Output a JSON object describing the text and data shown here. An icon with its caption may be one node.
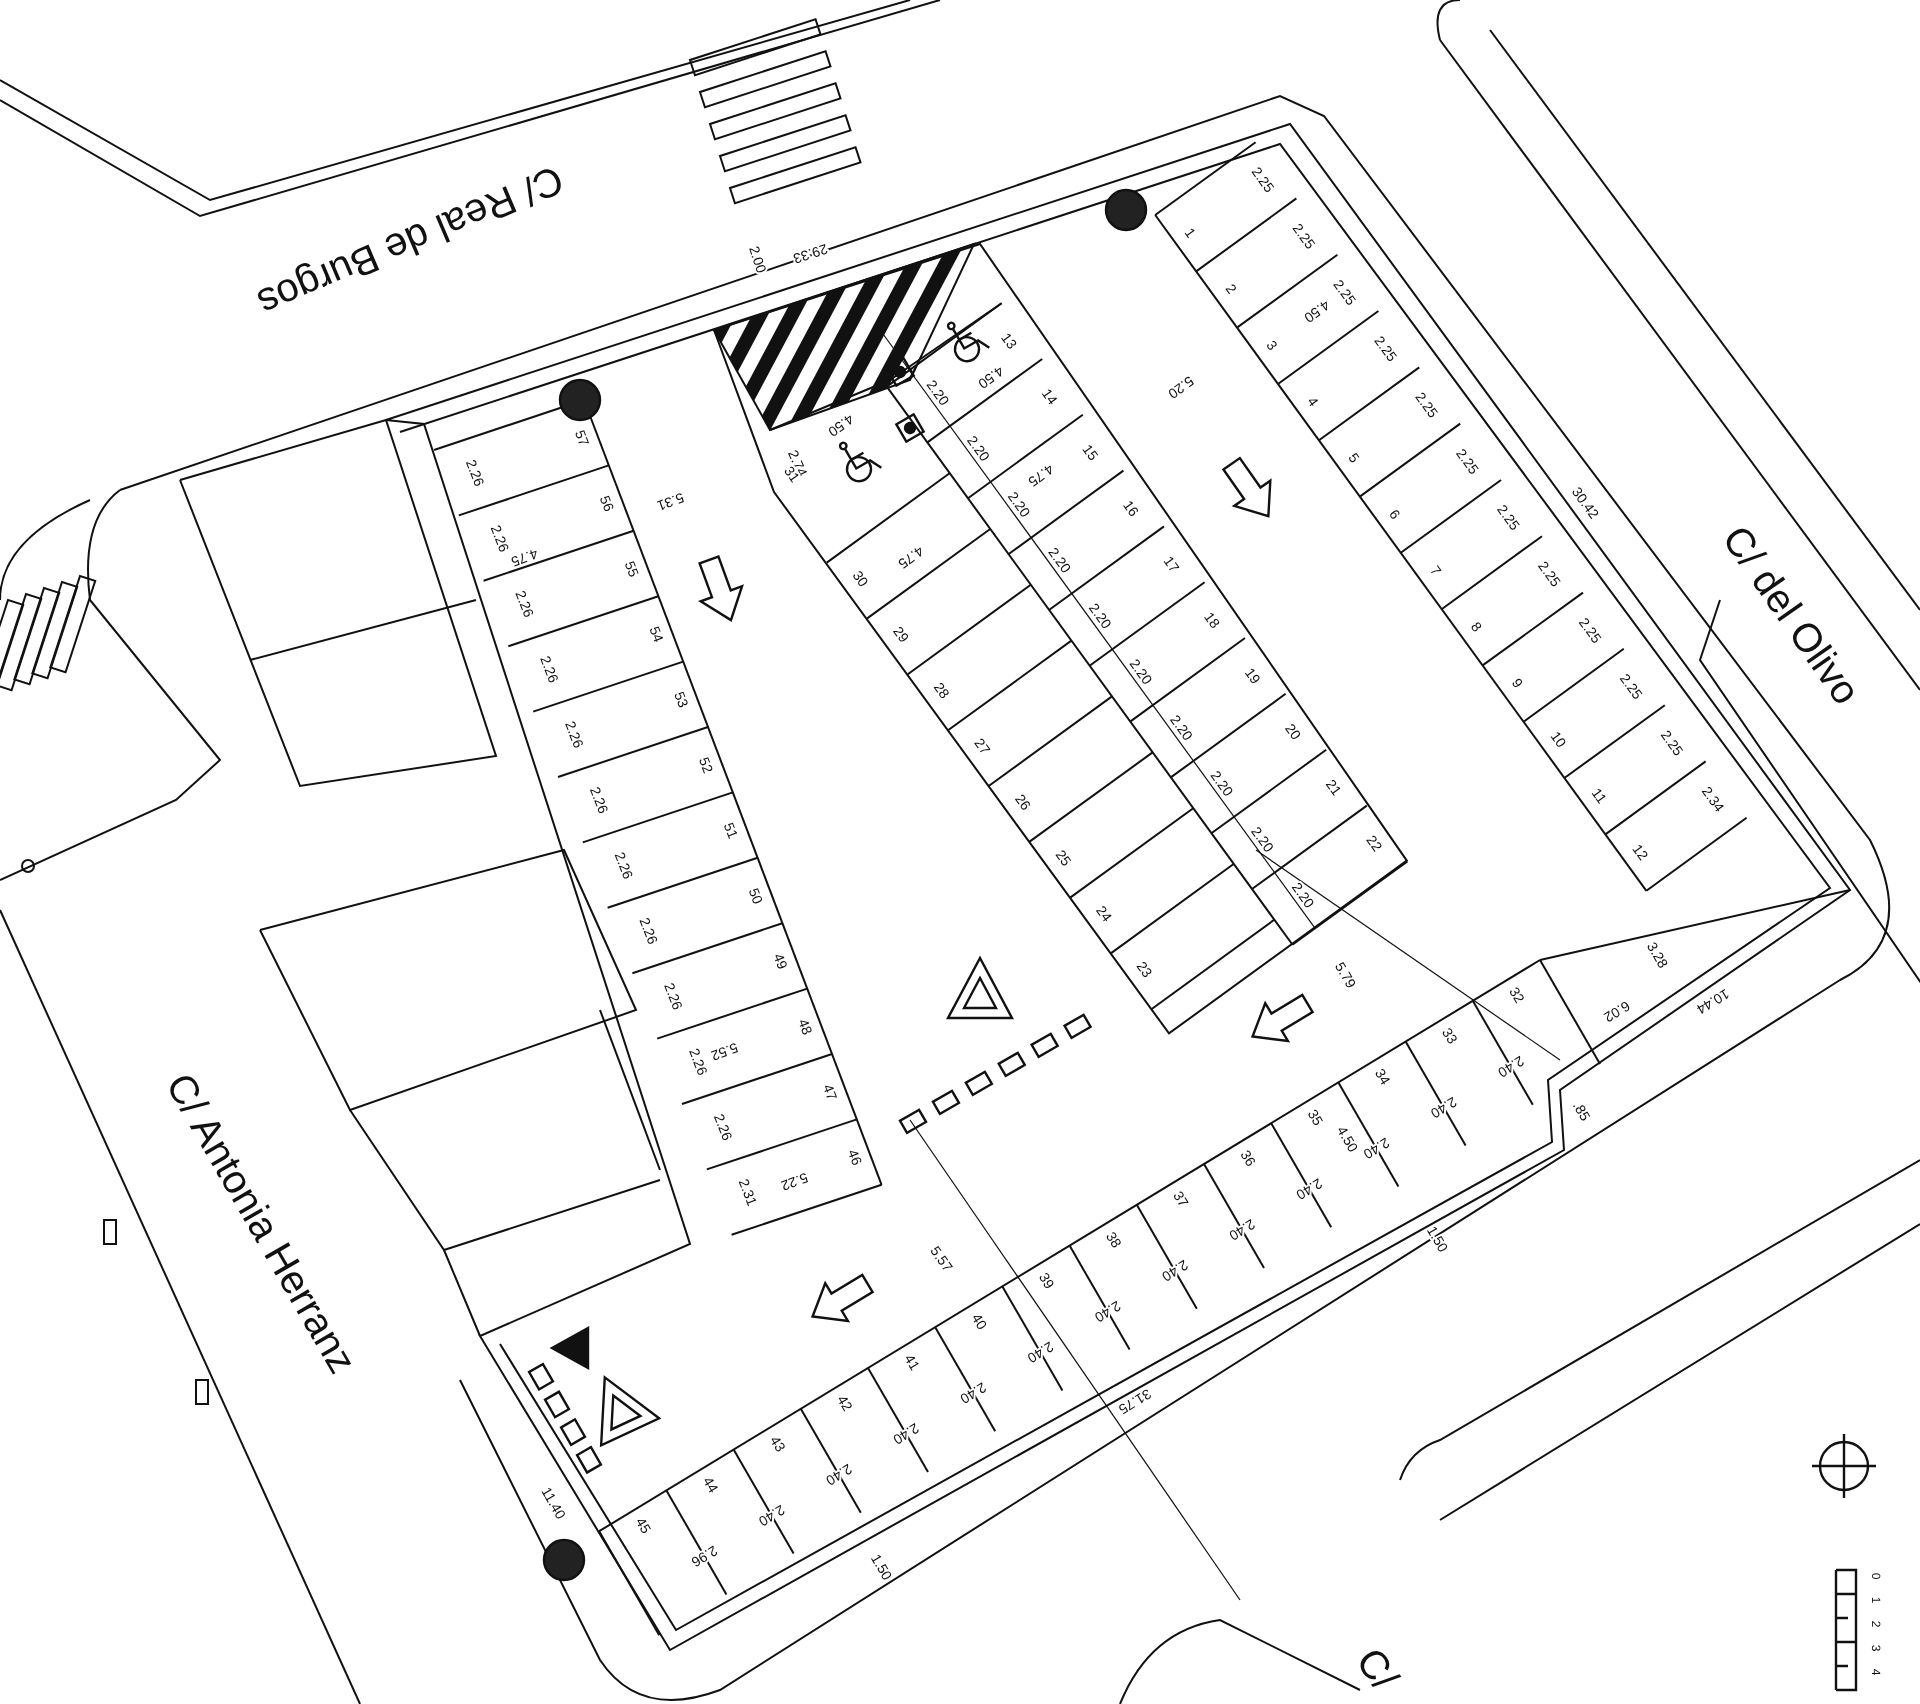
{
  "diagram": {
    "labels": [
      "C/ Real de Burgos",
      "C/ del Olivo",
      "C/ Antonia Herranz",
      "C/",
      "2.00",
      "29.33",
      "1",
      "2",
      "3",
      "4",
      "5",
      "6",
      "7",
      "8",
      "9",
      "10",
      "11",
      "12",
      "2.25",
      "2.25",
      "2.25",
      "2.25",
      "2.25",
      "2.25",
      "2.25",
      "2.25",
      "2.25",
      "2.25",
      "2.25",
      "2.34",
      "4.50",
      "5.20",
      "30.42",
      "13",
      "14",
      "15",
      "16",
      "17",
      "18",
      "19",
      "20",
      "21",
      "22",
      "2.20",
      "2.20",
      "2.20",
      "2.20",
      "2.20",
      "2.20",
      "2.20",
      "2.20",
      "2.20",
      "2.20",
      "4.50",
      "4.50",
      "2.74",
      "4.75",
      "4.75",
      "23",
      "24",
      "25",
      "26",
      "27",
      "28",
      "29",
      "30",
      "31",
      "5.79",
      "57",
      "56",
      "55",
      "54",
      "53",
      "52",
      "51",
      "50",
      "49",
      "48",
      "47",
      "46",
      "2.26",
      "2.26",
      "2.26",
      "2.26",
      "2.26",
      "2.26",
      "2.26",
      "2.26",
      "2.26",
      "2.26",
      "2.26",
      "2.31",
      "5.31",
      "4.75",
      "5.52",
      "5.22",
      "5.57",
      "32",
      "33",
      "34",
      "35",
      "36",
      "37",
      "38",
      "39",
      "40",
      "41",
      "42",
      "43",
      "44",
      "45",
      "2.40",
      "2.40",
      "2.40",
      "2.40",
      "2.40",
      "2.40",
      "2.40",
      "2.40",
      "2.40",
      "2.40",
      "2.40",
      "2.40",
      "2.96",
      "4.50",
      "3.28",
      "6.02",
      "10.44",
      ".85",
      "1.50",
      "31.75",
      "1.50",
      "11.40",
      "0",
      "1",
      "2",
      "3",
      "4"
    ]
  }
}
